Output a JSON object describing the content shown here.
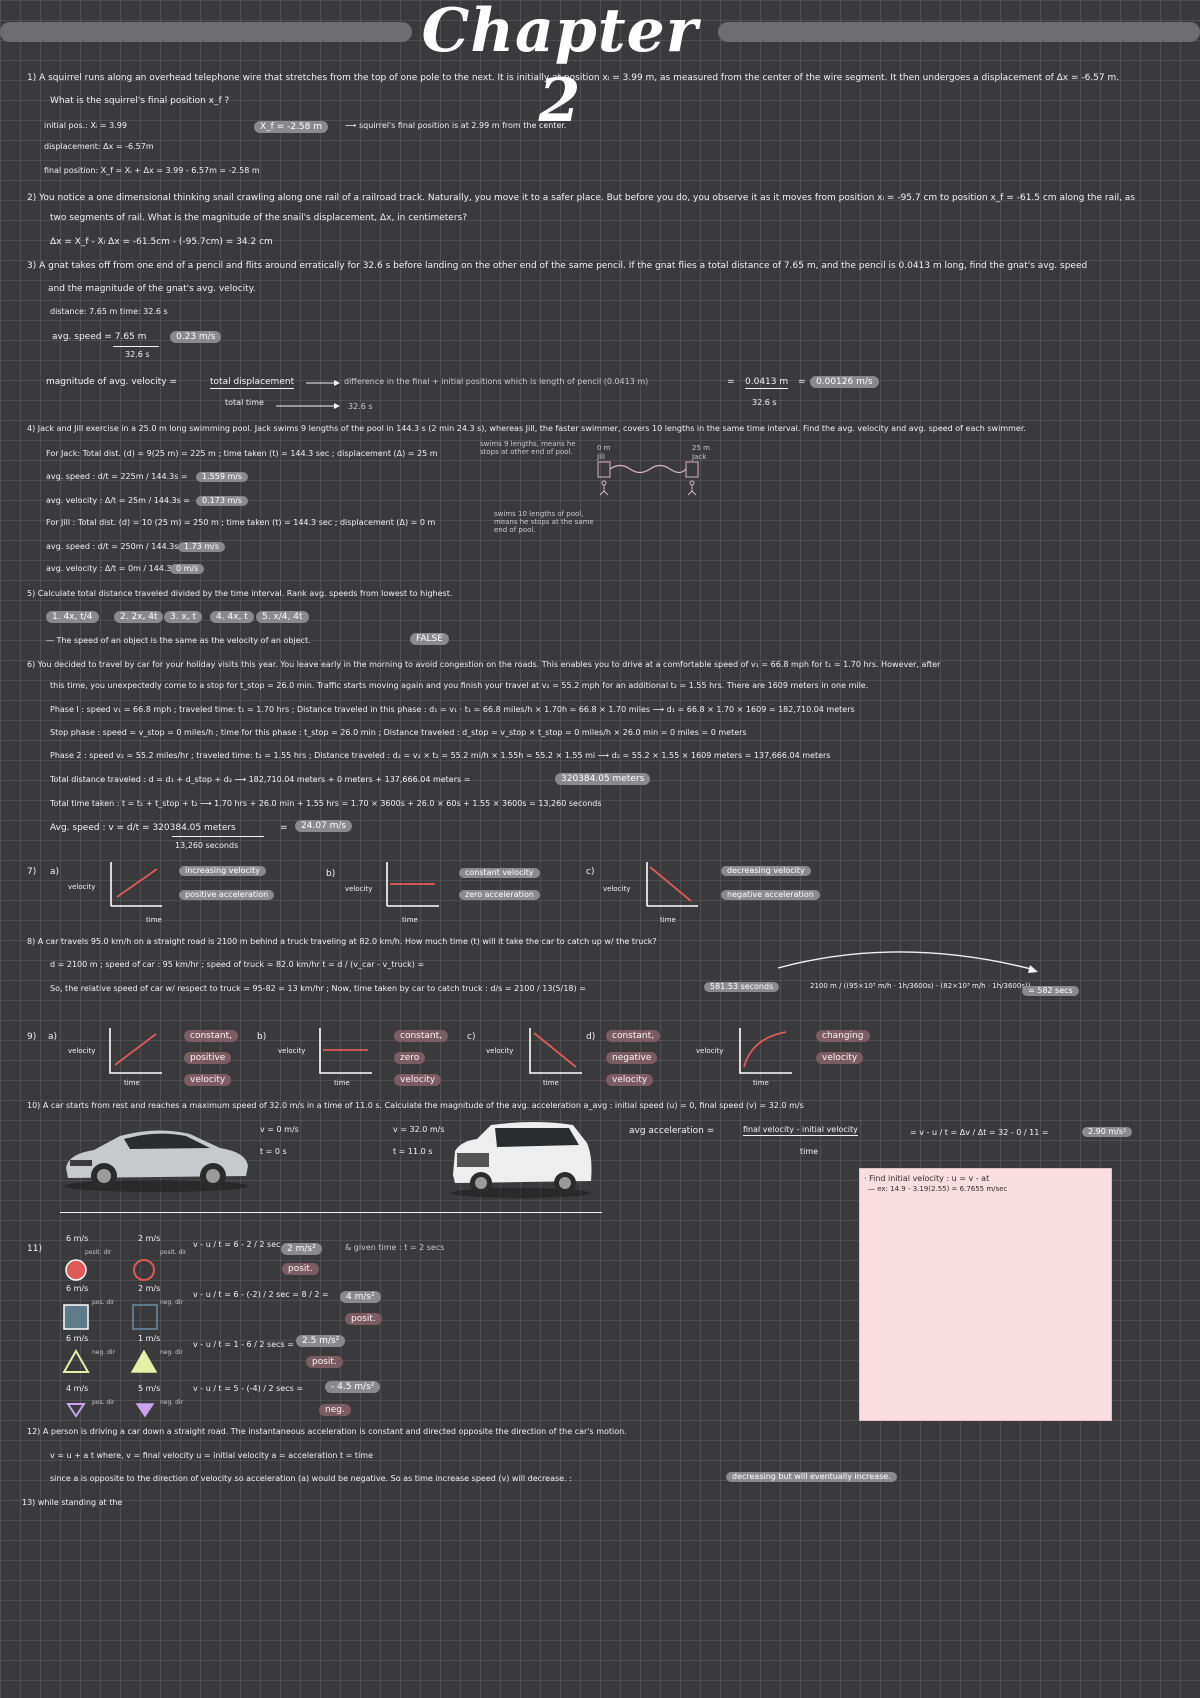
{
  "title": "Chapter 2",
  "p1": {
    "q": "1)  A squirrel runs along an overhead telephone wire that stretches from the top of one pole to the next. It is initially at position xᵢ = 3.99 m, as measured from the center of the wire segment. It then undergoes a displacement of Δx = -6.57 m.",
    "q2": "What is the squirrel's final position x_f ?",
    "l1": "initial pos.: Xᵢ = 3.99",
    "answer": "X_f = -2.58 m",
    "answer_note": "⟶ squirrel's final position is at 2.99 m from the center.",
    "l2": "displacement: Δx = -6.57m",
    "l3": "final position: X_f = Xᵢ + Δx = 3.99 - 6.57m = -2.58 m"
  },
  "p2": {
    "q": "2)  You notice a one dimensional thinking snail crawling along one rail of a railroad track. Naturally, you move it to a safer place. But before you do, you observe it as it moves from position xᵢ = -95.7 cm to position x_f = -61.5 cm along the rail, as",
    "q2": "two segments of rail. What is the magnitude of the snail's displacement, Δx, in centimeters?",
    "l1": "Δx = X_f - Xᵢ      Δx = -61.5cm - (-95.7cm) = 34.2 cm"
  },
  "p3": {
    "q": "3)  A gnat takes off from one end of a pencil and flits around erratically for 32.6 s before landing on the other end of the same pencil. If the gnat flies a total distance of 7.65 m, and the pencil is 0.0413 m long, find the gnat's avg. speed",
    "q2": "and the magnitude of the gnat's avg. velocity.",
    "l1": "distance: 7.65 m       time: 32.6 s",
    "speed_lbl": "avg. speed = 7.65 m",
    "speed_den": "32.6 s",
    "speed_ans": "0.23 m/s",
    "vel_lbl": "magnitude of avg. velocity =",
    "vel_num": "total displacement",
    "vel_den": "total time",
    "vel_note": "difference in the final + initial positions which is length of pencil (0.0413 m)",
    "vel_den2": "32.6 s",
    "vel_frac_num": "0.0413 m",
    "vel_frac_den": "32.6 s",
    "vel_ans": "0.00126 m/s"
  },
  "p4": {
    "q": "4)  Jack and Jill exercise in a 25.0 m long swimming pool. Jack swims 9 lengths of the pool in 144.3 s (2 min 24.3 s), whereas Jill, the faster swimmer, covers 10 lengths in the same time interval. Find the avg. velocity and avg. speed of each swimmer.",
    "jack": "For Jack: Total dist. (d) = 9(25 m) = 225 m ;  time taken (t) = 144.3 sec ;  displacement (Δ) = 25 m",
    "jack_note": "swims 9 lengths, means he stops at other end of pool.",
    "jack_s": "avg. speed :  d/t  = 225m / 144.3s  =",
    "jack_s_ans": "1.559 m/s",
    "jack_v": "avg. velocity :  Δ/t  = 25m / 144.3s  =",
    "jack_v_ans": "0.173 m/s",
    "jill": "For Jill : Total dist. (d) = 10 (25 m) = 250 m ;  time taken (t) = 144.3 sec ;  displacement (Δ) = 0 m",
    "jill_note": "swims 10 lengths of pool, means he stops at the same end of pool.",
    "jill_s": "avg. speed :  d/t  = 250m / 144.3s  =",
    "jill_s_ans": "1.73 m/s",
    "jill_v": "avg. velocity :  Δ/t  = 0m / 144.3s  =",
    "jill_v_ans": "0 m/s",
    "pool_left": "0 m",
    "pool_left2": "Jill",
    "pool_right": "25 m",
    "pool_right2": "Jack"
  },
  "p5": {
    "q": "5)  Calculate total distance traveled divided by the time interval. Rank avg. speeds from lowest to highest.",
    "ranks": [
      "1. 4x, t/4",
      "2. 2x, 4t",
      "3. x, t",
      "4. 4x, t",
      "5. x/4, 4t"
    ],
    "stmt": "—   The speed of an object is the same as the velocity of an object.",
    "stmt_ans": "FALSE"
  },
  "p6": {
    "q": "6)  You decided to travel by car for your holiday visits this year. You leave early in the morning to avoid congestion on the roads. This enables you to drive at a comfortable speed of v₁ = 66.8 mph for t₁ = 1.70 hrs. However, after",
    "q2": "this time, you unexpectedly come to a stop for t_stop = 26.0 min. Traffic starts moving again and you finish your travel at v₂ = 55.2 mph for an additional t₂ = 1.55 hrs. There are 1609 meters in one mile.",
    "ph1": "Phase I : speed v₁ = 66.8 mph  ;  traveled time: t₁ = 1.70 hrs  ;  Distance traveled in this phase : d₁ = v₁ · t₁  = 66.8 miles/h × 1.70h = 66.8 × 1.70 miles  ⟶  d₁ = 66.8 × 1.70 × 1609 = 182,710.04 meters",
    "stop": "Stop phase :  speed = v_stop = 0 miles/h  ; time for this phase : t_stop = 26.0 min ;  Distance traveled : d_stop = v_stop × t_stop = 0 miles/h × 26.0 min = 0 miles = 0 meters",
    "ph2": "Phase 2 : speed v₂ = 55.2 miles/hr  ;  traveled time: t₂ = 1.55 hrs ;  Distance traveled : d₂ = v₂ × t₂ = 55.2 mi/h × 1.55h = 55.2 × 1.55 mi ⟶ d₂ = 55.2 × 1.55 × 1609 meters = 137,666.04 meters",
    "total_d": "Total distance traveled : d = d₁ + d_stop + d₂  ⟶ 182,710.04 meters + 0 meters + 137,666.04 meters  =",
    "total_d_ans": "320384.05 meters",
    "total_t": "Total time taken :   t = t₁ + t_stop + t₂   ⟶  1.70 hrs + 26.0 min + 1.55 hrs = 1.70 × 3600s + 26.0 × 60s + 1.55 × 3600s  =  13,260 seconds",
    "avg": "Avg. speed : v = d/t = 320384.05 meters",
    "avg_den": "13,260 seconds",
    "avg_ans": "24.07 m/s"
  },
  "p7": {
    "num": "7)",
    "graphs": [
      {
        "label": "a)",
        "ylabel": "velocity",
        "xlabel": "time",
        "t1": "increasing velocity",
        "t2": "positive acceleration"
      },
      {
        "label": "b)",
        "ylabel": "velocity",
        "xlabel": "time",
        "t1": "constant velocity",
        "t2": "zero acceleration"
      },
      {
        "label": "c)",
        "ylabel": "velocity",
        "xlabel": "time",
        "t1": "decreasing velocity",
        "t2": "negative acceleration"
      }
    ]
  },
  "p8": {
    "q": "8)  A car travels 95.0 km/h on a straight road is 2100 m behind a truck traveling at 82.0 km/h. How much time (t) will it take the car to catch up w/ the truck?",
    "l1": "d = 2100 m  ;  speed of car :  95 km/hr  ;  speed of truck = 82.0 km/hr       t = d / (v_car - v_truck) =",
    "l2": "So, the relative speed of car w/ respect to truck  = 95-82 = 13 km/hr  ;  Now, time taken by car to catch truck :  d/s = 2100 / 13(5/18) =",
    "l2_ans": "581.53 seconds",
    "l2_alt": "2100 m / ((95×10³ m/h · 1h/3600s) - (82×10³ m/h · 1h/3600s))",
    "l2_alt_ans": "= 582 secs"
  },
  "p9": {
    "num": "9)",
    "graphs": [
      {
        "label": "a)",
        "ylabel": "velocity",
        "xlabel": "time",
        "w1": "constant,",
        "w2": "positive",
        "w3": "velocity"
      },
      {
        "label": "b)",
        "ylabel": "velocity",
        "xlabel": "time",
        "w1": "constant,",
        "w2": "zero",
        "w3": "velocity"
      },
      {
        "label": "c)",
        "ylabel": "velocity",
        "xlabel": "time",
        "w1": "",
        "w2": "",
        "w3": ""
      },
      {
        "label": "d)",
        "ylabel": "velocity",
        "xlabel": "time",
        "w1": "constant,",
        "w2": "negative",
        "w3": "velocity"
      }
    ],
    "last_w1": "changing",
    "last_w2": "velocity"
  },
  "p10": {
    "q": "10)  A car starts from rest and reaches a maximum speed of 32.0 m/s in a time of 11.0 s. Calculate the magnitude of the avg. acceleration a_avg :  initial speed (u) = 0, final speed (v) = 32.0 m/s",
    "car1_v": "v = 0 m/s",
    "car1_t": "t = 0 s",
    "car2_v": "v = 32.0 m/s",
    "car2_t": "t = 11.0 s",
    "acc": "avg acceleration =",
    "acc_num": "final velocity - initial velocity",
    "acc_den": "time",
    "acc2": "=  v - u / t  =  Δv / Δt  = 32 - 0 / 11  =",
    "acc_ans": "2.90 m/s²",
    "note1": "· Find initial velocity : u = v - at",
    "note2": "— ex: 14.9 - 3.19(2.55) = 6.7655 m/sec"
  },
  "p11": {
    "num": "11)",
    "rows": [
      {
        "a": "6 m/s",
        "adir": "posit. dir",
        "b": "2 m/s",
        "bdir": "posit. dir",
        "eq": "v - u / t  =  6 - 2 / 2 sec  =",
        "ans": "2 m/s²",
        "given": "& given time : t = 2 secs",
        "sign": "posit."
      },
      {
        "a": "6 m/s",
        "adir": "pos. dir",
        "b": "2 m/s",
        "bdir": "neg. dir",
        "eq": "v - u / t  =  6 - (-2) / 2 sec  =  8 / 2  =",
        "ans": "4 m/s²",
        "given": "",
        "sign": "posit."
      },
      {
        "a": "6 m/s",
        "adir": "neg. dir",
        "b": "1 m/s",
        "bdir": "neg. dir",
        "eq": "v - u / t  =  1 - 6 / 2 secs  =",
        "ans": "2.5 m/s²",
        "given": "",
        "sign": "posit."
      },
      {
        "a": "4 m/s",
        "adir": "pos. dir",
        "b": "5 m/s",
        "bdir": "neg. dir",
        "eq": "v - u / t  =  5 - (-4) / 2 secs  =",
        "ans": "- 4.5 m/s²",
        "given": "",
        "sign": "neg."
      }
    ]
  },
  "p12": {
    "q": "12)  A person is driving a car down a straight road. The instantaneous acceleration is constant and directed opposite the direction of the car's motion.",
    "l1": "v = u + a t        where,   v = final velocity      u = initial velocity      a = acceleration      t = time",
    "l2": "since a is opposite to the direction of velocity so acceleration (a) would be negative. So as time increase speed (v) will decrease.  :",
    "l2_ans": "decreasing but will eventually increase."
  },
  "p13": {
    "q": "13)  while standing at the"
  },
  "colors": {
    "background": "#3a3a3c",
    "grid": "#5a5a5c",
    "highlight_grey": "#8a8a8d",
    "highlight_pink": "#7a5c62",
    "graph_red": "#e05a5a",
    "note_pink": "#f9dde0",
    "shape_red": "#e05a5a",
    "shape_teal": "#5f7a8a",
    "shape_lime": "#e4f0a8",
    "shape_violet": "#c9a3ef"
  }
}
